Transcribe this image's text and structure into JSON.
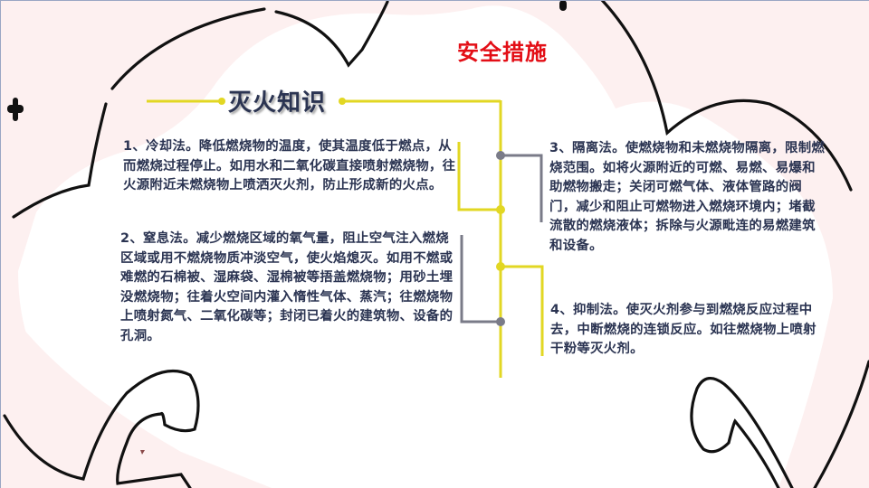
{
  "slide": {
    "title": "安全措施",
    "section_heading": "灭火知识",
    "colors": {
      "title_red": "#e30e16",
      "text_navy": "#2b3452",
      "accent_yellow": "#e2d723",
      "connector_gray": "#7a7b88",
      "background_pink": "#fdf0f0"
    },
    "methods": [
      {
        "text": "1、冷却法。降低燃烧物的温度，使其温度低于燃点，从而燃烧过程停止。如用水和二氧化碳直接喷射燃烧物，往火源附近未燃烧物上喷洒灭火剂，防止形成新的火点。"
      },
      {
        "text": "2、窒息法。减少燃烧区域的氧气量，阻止空气注入燃烧区域或用不燃烧物质冲淡空气，使火焰熄灭。如用不燃或难燃的石棉被、湿麻袋、湿棉被等捂盖燃烧物；用砂土埋没燃烧物；往着火空间内灌入惰性气体、蒸汽；往燃烧物上喷射氮气、二氧化碳等；封闭已着火的建筑物、设备的孔洞。"
      },
      {
        "text": "3、隔离法。使燃烧物和未燃烧物隔离，限制燃烧范围。如将火源附近的可燃、易燃、易爆和助燃物搬走；关闭可燃气体、液体管路的阀门，减少和阻止可燃物进入燃烧环境内；堵截流散的燃烧液体；拆除与火源毗连的易燃建筑和设备。"
      },
      {
        "text": "4、抑制法。使灭火剂参与到燃烧反应过程中去，中断燃烧的连锁反应。如往燃烧物上喷射干粉等灭火剂。"
      }
    ]
  }
}
